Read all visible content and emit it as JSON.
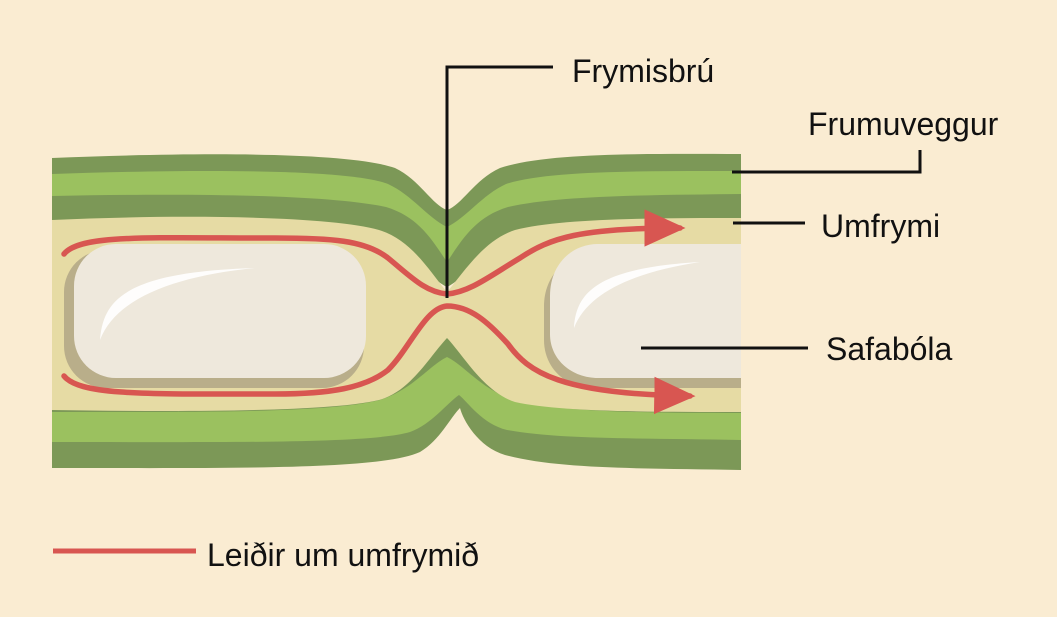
{
  "labels": {
    "plasmodesma": "Frymisbrú",
    "cell_wall": "Frumuveggur",
    "cytoplasm": "Umfrymi",
    "vacuole": "Safabóla"
  },
  "legend": {
    "label": "Leiðir um umfrymið"
  },
  "colors": {
    "background": "#faecd2",
    "wall_dark": "#7c9857",
    "wall_light": "#9bc15f",
    "cytoplasm": "#e6dba4",
    "vacuole": "#eee8dc",
    "vacuole_shadow": "#b9ae8a",
    "path": "#d85651",
    "leader_line": "#111111"
  }
}
